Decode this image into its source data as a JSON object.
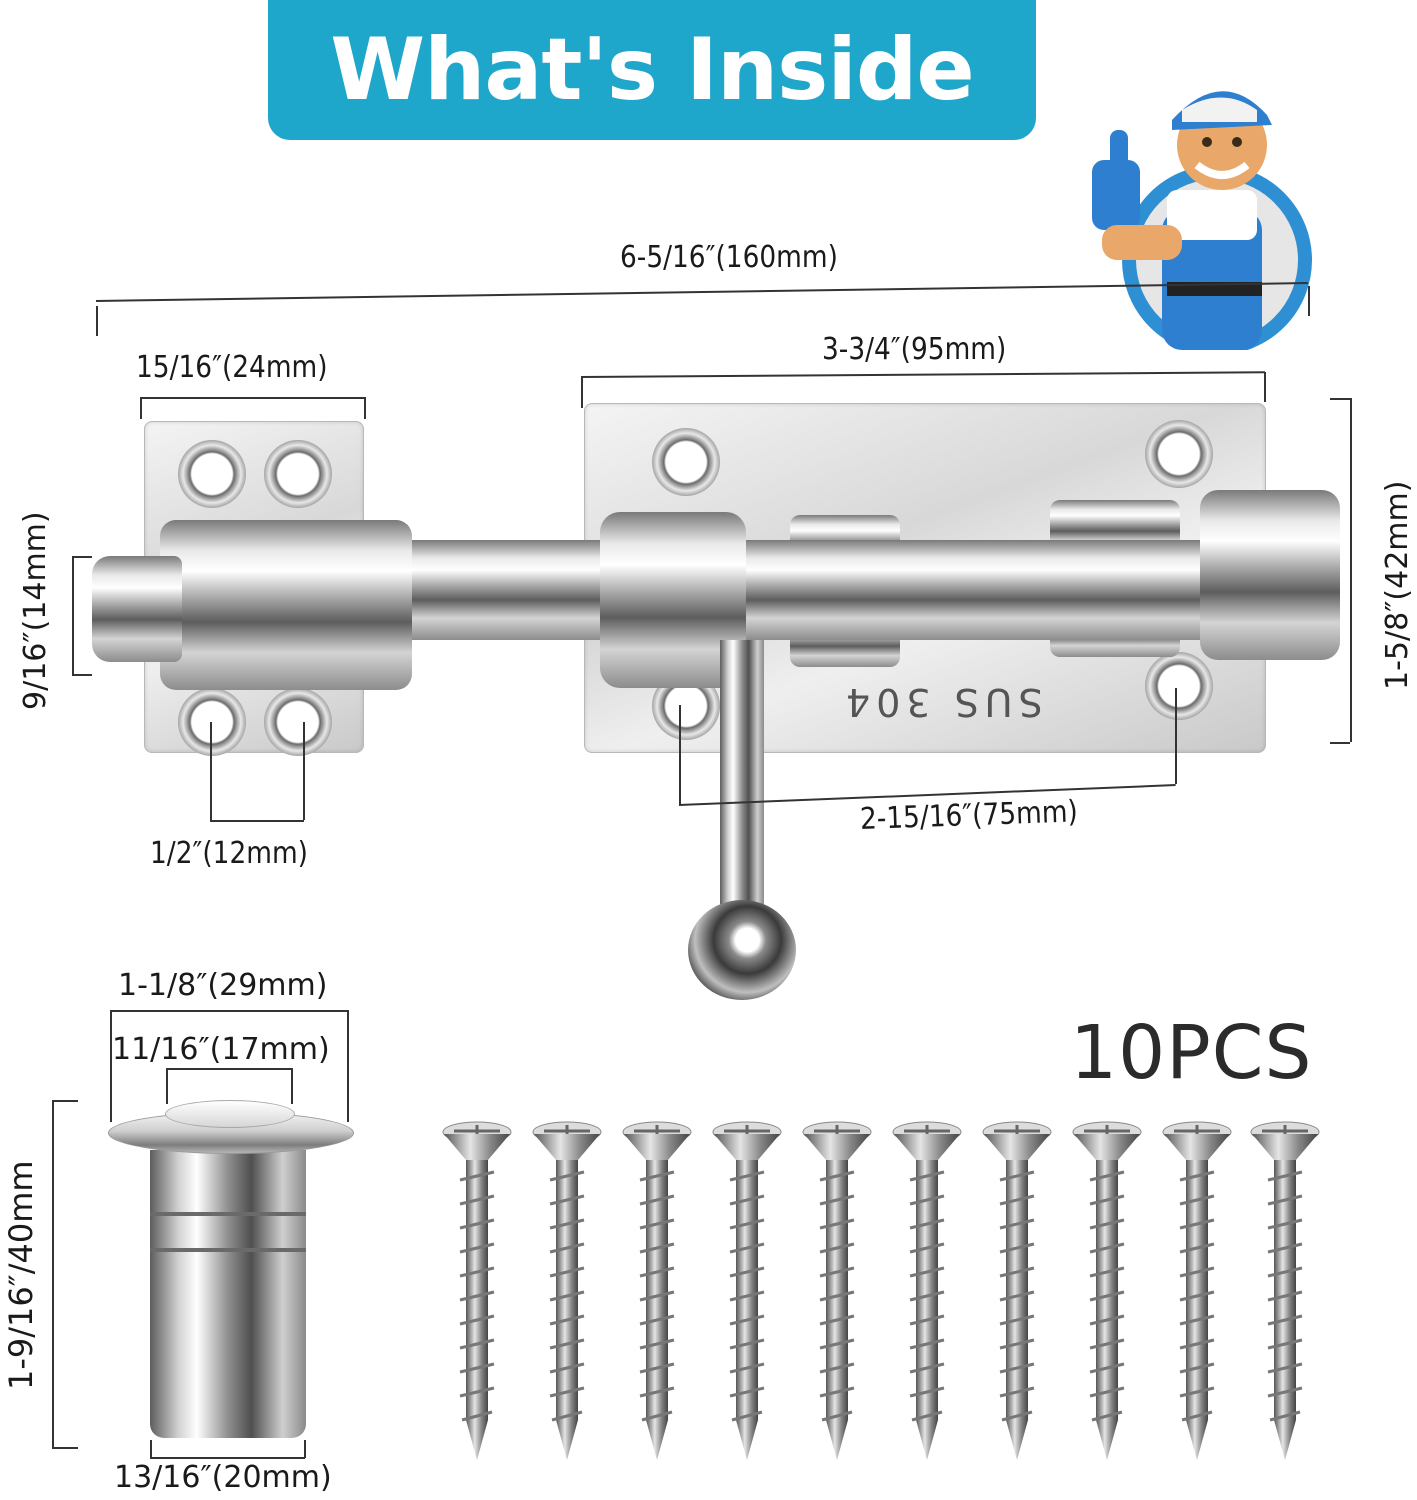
{
  "header": {
    "title": "What's Inside",
    "banner_color": "#1ea6cb"
  },
  "mascot": {
    "description": "thumbs-up-worker-mascot",
    "ring_color": "#2f8fd3"
  },
  "barrel_bolt": {
    "engraving": "SUS 304",
    "dimensions": {
      "overall_length": "6-5/16″(160mm)",
      "plate_length": "3-3/4″(95mm)",
      "keeper_width": "15/16″(24mm)",
      "bolt_diameter": "9/16″(14mm)",
      "plate_height": "1-5/8″(42mm)",
      "keeper_hole_spacing": "1/2″(12mm)",
      "plate_hole_spacing": "2-15/16″(75mm)"
    }
  },
  "floor_socket": {
    "dimensions": {
      "flange_diameter": "1-1/8″(29mm)",
      "top_diameter": "11/16″(17mm)",
      "height": "1-9/16″/40mm",
      "body_diameter": "13/16″(20mm)"
    }
  },
  "screws": {
    "count_label": "10PCS",
    "count": 10
  }
}
